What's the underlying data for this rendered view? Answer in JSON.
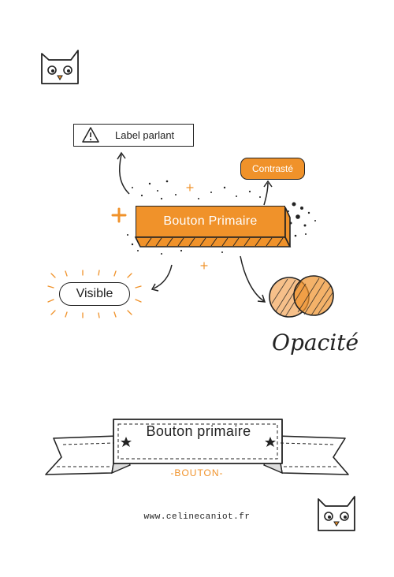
{
  "doodle": {
    "label_box": "Label parlant",
    "contrast_tag": "Contrasté",
    "primary_button": "Bouton Primaire",
    "visible_tag": "Visible",
    "opacity_label": "Opacité"
  },
  "banner": {
    "title": "Bouton primaire",
    "subtitle": "-BOUTON-"
  },
  "footer": {
    "url": "www.celinecaniot.fr"
  },
  "icons": [
    "cat-icon",
    "warning-icon",
    "plus-icon",
    "arrow-icon",
    "star-icon"
  ],
  "colors": {
    "accent": "#f0922a",
    "ink": "#222222",
    "background": "#ffffff"
  }
}
